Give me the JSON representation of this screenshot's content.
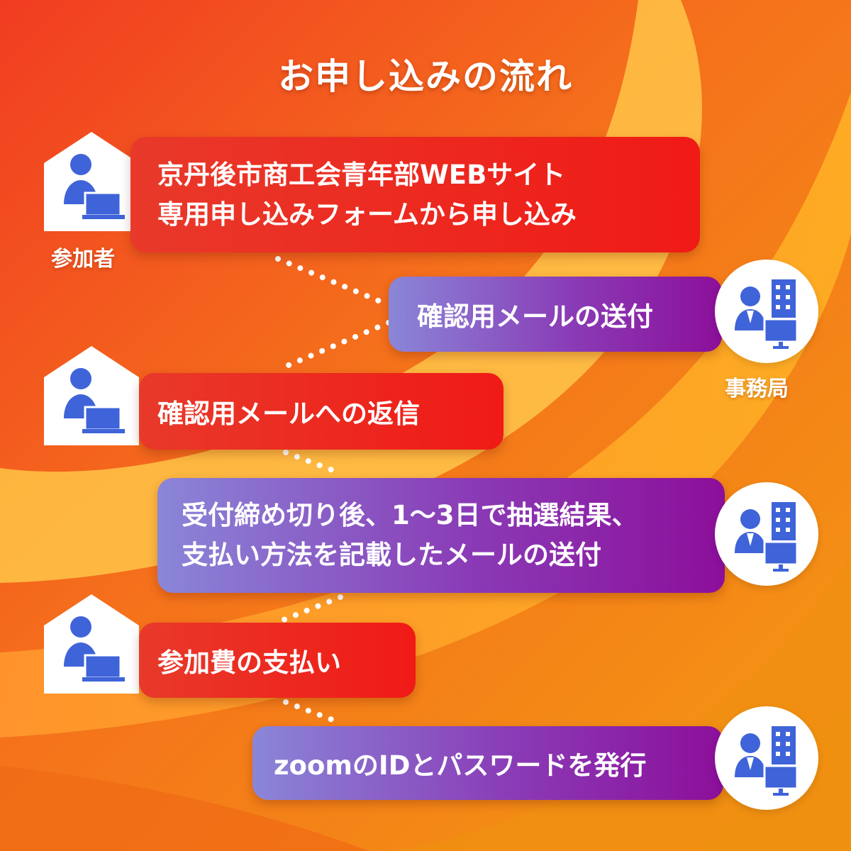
{
  "title": "お申し込みの流れ",
  "roles": {
    "participant": "参加者",
    "office": "事務局"
  },
  "steps": [
    {
      "actor": "participant",
      "lines": [
        "京丹後市商工会青年部WEBサイト",
        "専用申し込みフォームから申し込み"
      ]
    },
    {
      "actor": "office",
      "lines": [
        "確認用メールの送付"
      ]
    },
    {
      "actor": "participant",
      "lines": [
        "確認用メールへの返信"
      ]
    },
    {
      "actor": "office",
      "lines": [
        "受付締め切り後、1～3日で抽選結果、",
        "支払い方法を記載したメールの送付"
      ]
    },
    {
      "actor": "participant",
      "lines": [
        "参加費の支払い"
      ]
    },
    {
      "actor": "office",
      "lines": [
        "zoomのIDとパスワードを発行"
      ]
    }
  ],
  "colors": {
    "participant_box": "#ee2a1c",
    "office_box_start": "#8a86d8",
    "office_box_end": "#8c0f9a",
    "icon_blue": "#3f63d8",
    "background_orange": "#f5731b",
    "background_yellow": "#ffb224"
  },
  "icons": {
    "participant": "person-laptop-house-icon",
    "office": "person-building-monitor-icon",
    "connector": "dotted-line"
  }
}
